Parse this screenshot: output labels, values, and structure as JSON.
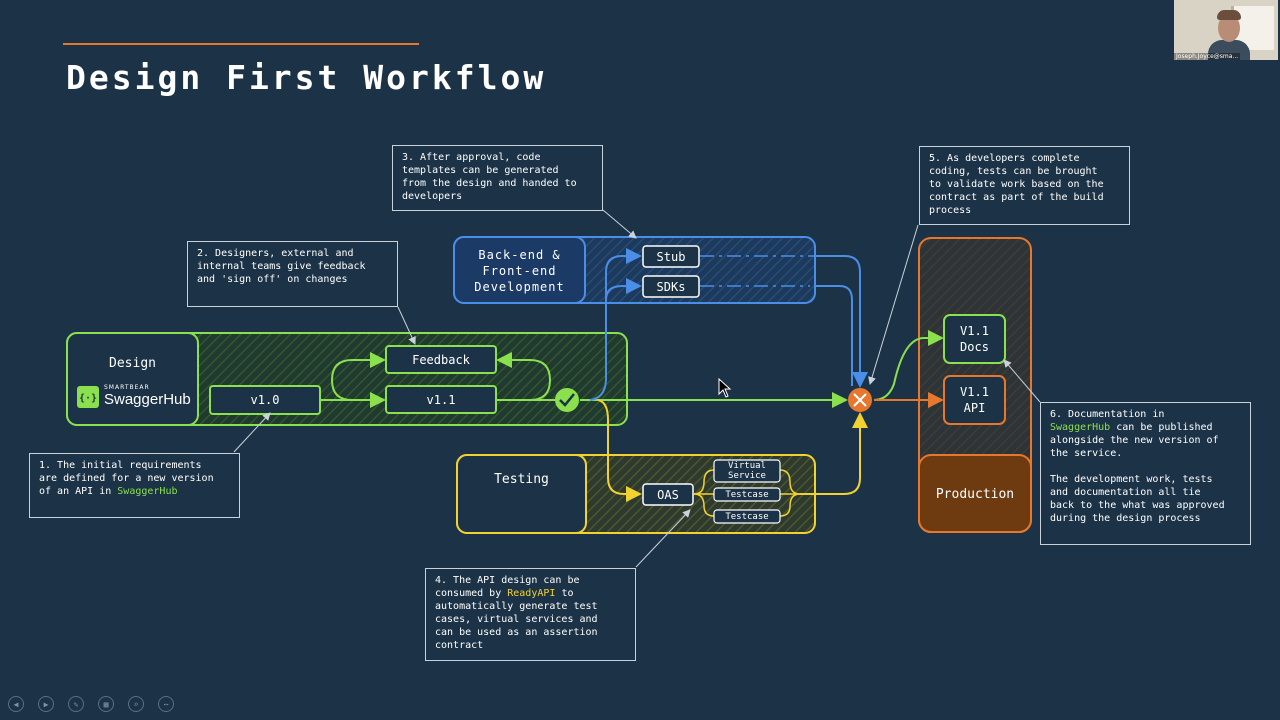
{
  "title": "Design First Workflow",
  "design": {
    "label": "Design",
    "brand_small": "SMARTBEAR",
    "brand": "SwaggerHub",
    "v10": "v1.0",
    "v11": "v1.1",
    "feedback": "Feedback"
  },
  "development": {
    "label_line1": "Back-end &",
    "label_line2": "Front-end",
    "label_line3": "Development",
    "stub": "Stub",
    "sdks": "SDKs"
  },
  "testing": {
    "label": "Testing",
    "oas": "OAS",
    "virtual_line1": "Virtual",
    "virtual_line2": "Service",
    "testcase_1": "Testcase",
    "testcase_2": "Testcase"
  },
  "production": {
    "label": "Production",
    "docs_line1": "V1.1",
    "docs_line2": "Docs",
    "api_line1": "V1.1",
    "api_line2": "API"
  },
  "callouts": {
    "c1_pre": "1. The initial requirements\nare defined for a new version\nof an API in ",
    "c1_hl": "SwaggerHub",
    "c2": "2. Designers, external and\ninternal teams give feedback\nand 'sign off' on changes",
    "c3": "3. After approval, code\ntemplates can be generated\nfrom the design and handed to\ndevelopers",
    "c4_pre": "4. The API design can be\nconsumed by ",
    "c4_hl": "ReadyAPI",
    "c4_post": " to\nautomatically generate test\ncases, virtual services and\ncan be used as an assertion\ncontract",
    "c5": "5. As developers complete\ncoding, tests can be brought\nto validate work based on the\ncontract as part of the build\nprocess",
    "c6_pre": "6. Documentation in\n",
    "c6_hl": "SwaggerHub",
    "c6_post": " can be published\nalongside the new version of\nthe service.\n\nThe development work, tests\nand documentation all tie\nback to the what was approved\nduring the design process"
  },
  "webcam": {
    "name": "Joseph.Joyce@sma..."
  },
  "colors": {
    "background": "#1c3347",
    "accent_orange": "#e8772e",
    "green": "#8be04e",
    "blue": "#4a8ee8",
    "yellow": "#f2d22e",
    "production_fill": "#6e3a10"
  },
  "icons": [
    "checkmark-icon",
    "merge-x-icon",
    "swaggerhub-logo-icon",
    "mouse-cursor-icon"
  ]
}
